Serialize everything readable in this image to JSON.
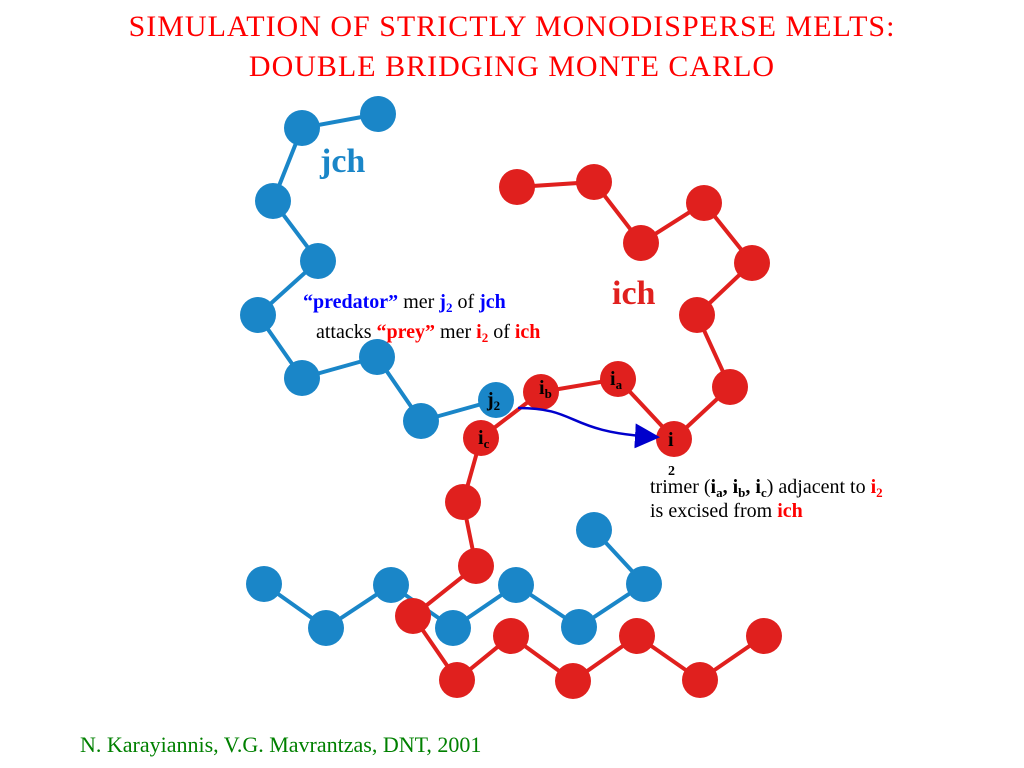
{
  "title": {
    "line1": "SIMULATION  OF  STRICTLY  MONODISPERSE  MELTS:",
    "line2": "DOUBLE  BRIDGING  MONTE  CARLO",
    "color": "#ff0000"
  },
  "colors": {
    "blue_chain": "#1a86c8",
    "red_chain": "#e0201e",
    "blue_text": "#0000ff",
    "red_text": "#ff0000",
    "credit": "#008000",
    "arrow": "#0000cc"
  },
  "chain_labels": {
    "jch": "jch",
    "ich": "ich"
  },
  "node_labels": {
    "j2": "j2",
    "ib": "ib",
    "ia": "ia",
    "ic": "ic",
    "i2": "i2"
  },
  "annotation1": {
    "predator": "“predator”",
    "mer1": " mer ",
    "j": "j",
    "j_sub": "2",
    "of1": " of ",
    "jch": "jch",
    "attacks": "attacks ",
    "prey": "“prey”",
    "mer2": " mer ",
    "i": "i",
    "i_sub": "2",
    "of2": " of ",
    "ich": "ich"
  },
  "annotation2": {
    "trimer": "trimer (",
    "ia": "i",
    "ia_sub": "a",
    "comma1": ", ",
    "ib": "i",
    "ib_sub": "b",
    "comma2": ", ",
    "ic": "i",
    "ic_sub": "c",
    "adjacent": ") adjacent to ",
    "i2": "i",
    "i2_sub": "2",
    "excised": "is excised from ",
    "ich": "ich"
  },
  "credit": "N. Karayiannis, V.G. Mavrantzas, DNT, 2001"
}
